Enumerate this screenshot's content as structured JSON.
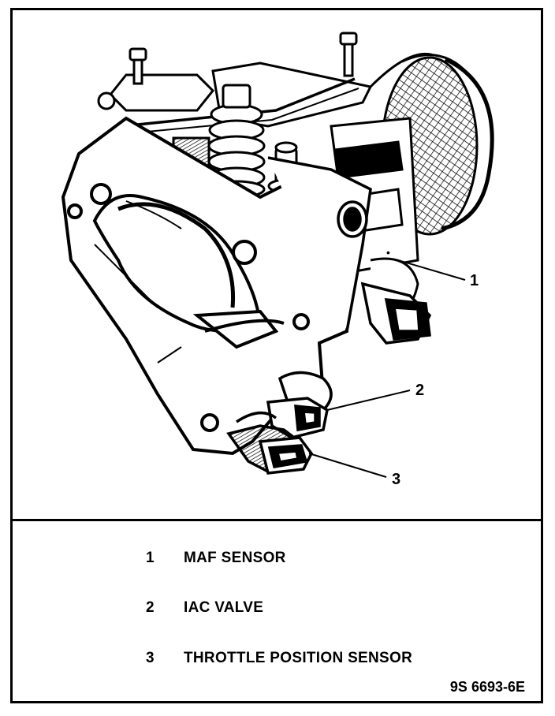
{
  "callouts": [
    {
      "number": "1"
    },
    {
      "number": "2"
    },
    {
      "number": "3"
    }
  ],
  "legend": [
    {
      "number": "1",
      "label": "MAF SENSOR"
    },
    {
      "number": "2",
      "label": "IAC VALVE"
    },
    {
      "number": "3",
      "label": "THROTTLE POSITION SENSOR"
    }
  ],
  "figure_code": "9S 6693-6E"
}
